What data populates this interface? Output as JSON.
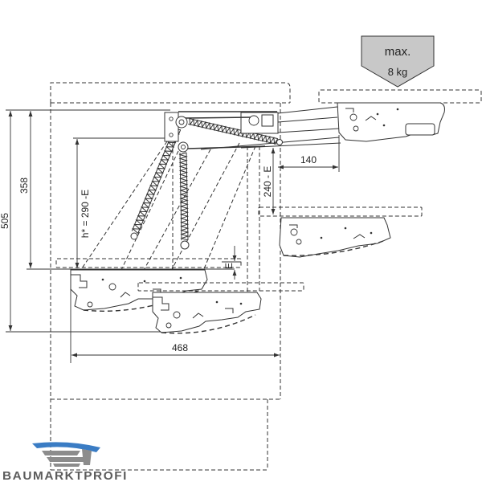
{
  "weight_indicator": {
    "label_max": "max.",
    "label_load": "8 kg"
  },
  "dimensions": {
    "overall_height": "505",
    "upper_height": "358",
    "lift_height": "h* = 290 -E",
    "offset": "E",
    "vertical_travel": "240 - E",
    "horizontal_reach": "140",
    "cabinet_depth": "468"
  },
  "logo": {
    "text": "BAUMARKTPROFI"
  },
  "colors": {
    "line": "#333333",
    "weight_fill": "#c8c8c8",
    "logo_blue": "#3a7cc4",
    "logo_gray": "#8c8c8c",
    "logo_text": "#5c5c5c",
    "background": "#ffffff"
  }
}
